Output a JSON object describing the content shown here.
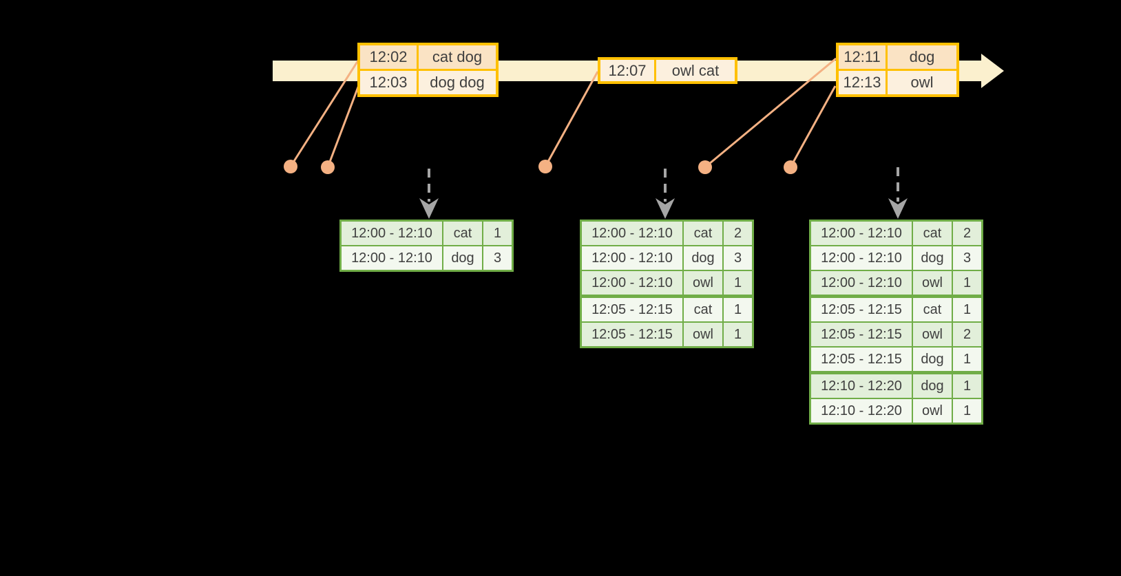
{
  "background": "#000000",
  "colors": {
    "timeline_fill": "#FBF0CE",
    "event_table_border": "#FFC000",
    "event_row_fill_dark": "#FAE3C4",
    "event_row_fill_light": "#FCF0DE",
    "connector_salmon": "#F4B183",
    "result_table_border": "#70AD47",
    "result_row_fill_dark": "#E2EFDA",
    "result_row_fill_light": "#F3F8EF",
    "trigger_arrow_gray": "#A6A6A6",
    "cell_text": "#3F3F3F"
  },
  "event_tables": [
    {
      "rows": [
        {
          "time": "12:02",
          "words": "cat dog"
        },
        {
          "time": "12:03",
          "words": "dog dog"
        }
      ]
    },
    {
      "rows": [
        {
          "time": "12:07",
          "words": "owl cat"
        }
      ]
    },
    {
      "rows": [
        {
          "time": "12:11",
          "words": "dog"
        },
        {
          "time": "12:13",
          "words": "owl"
        }
      ]
    }
  ],
  "result_tables": [
    {
      "rows": [
        {
          "window": "12:00 - 12:10",
          "word": "cat",
          "count": "1"
        },
        {
          "window": "12:00 - 12:10",
          "word": "dog",
          "count": "3"
        }
      ]
    },
    {
      "rows": [
        {
          "window": "12:00 - 12:10",
          "word": "cat",
          "count": "2"
        },
        {
          "window": "12:00 - 12:10",
          "word": "dog",
          "count": "3"
        },
        {
          "window": "12:00 - 12:10",
          "word": "owl",
          "count": "1"
        },
        {
          "window": "12:05 - 12:15",
          "word": "cat",
          "count": "1"
        },
        {
          "window": "12:05 - 12:15",
          "word": "owl",
          "count": "1"
        }
      ]
    },
    {
      "rows": [
        {
          "window": "12:00 - 12:10",
          "word": "cat",
          "count": "2"
        },
        {
          "window": "12:00 - 12:10",
          "word": "dog",
          "count": "3"
        },
        {
          "window": "12:00 - 12:10",
          "word": "owl",
          "count": "1"
        },
        {
          "window": "12:05 - 12:15",
          "word": "cat",
          "count": "1"
        },
        {
          "window": "12:05 - 12:15",
          "word": "owl",
          "count": "2"
        },
        {
          "window": "12:05 - 12:15",
          "word": "dog",
          "count": "1"
        },
        {
          "window": "12:10 - 12:20",
          "word": "dog",
          "count": "1"
        },
        {
          "window": "12:10 - 12:20",
          "word": "owl",
          "count": "1"
        }
      ]
    }
  ]
}
